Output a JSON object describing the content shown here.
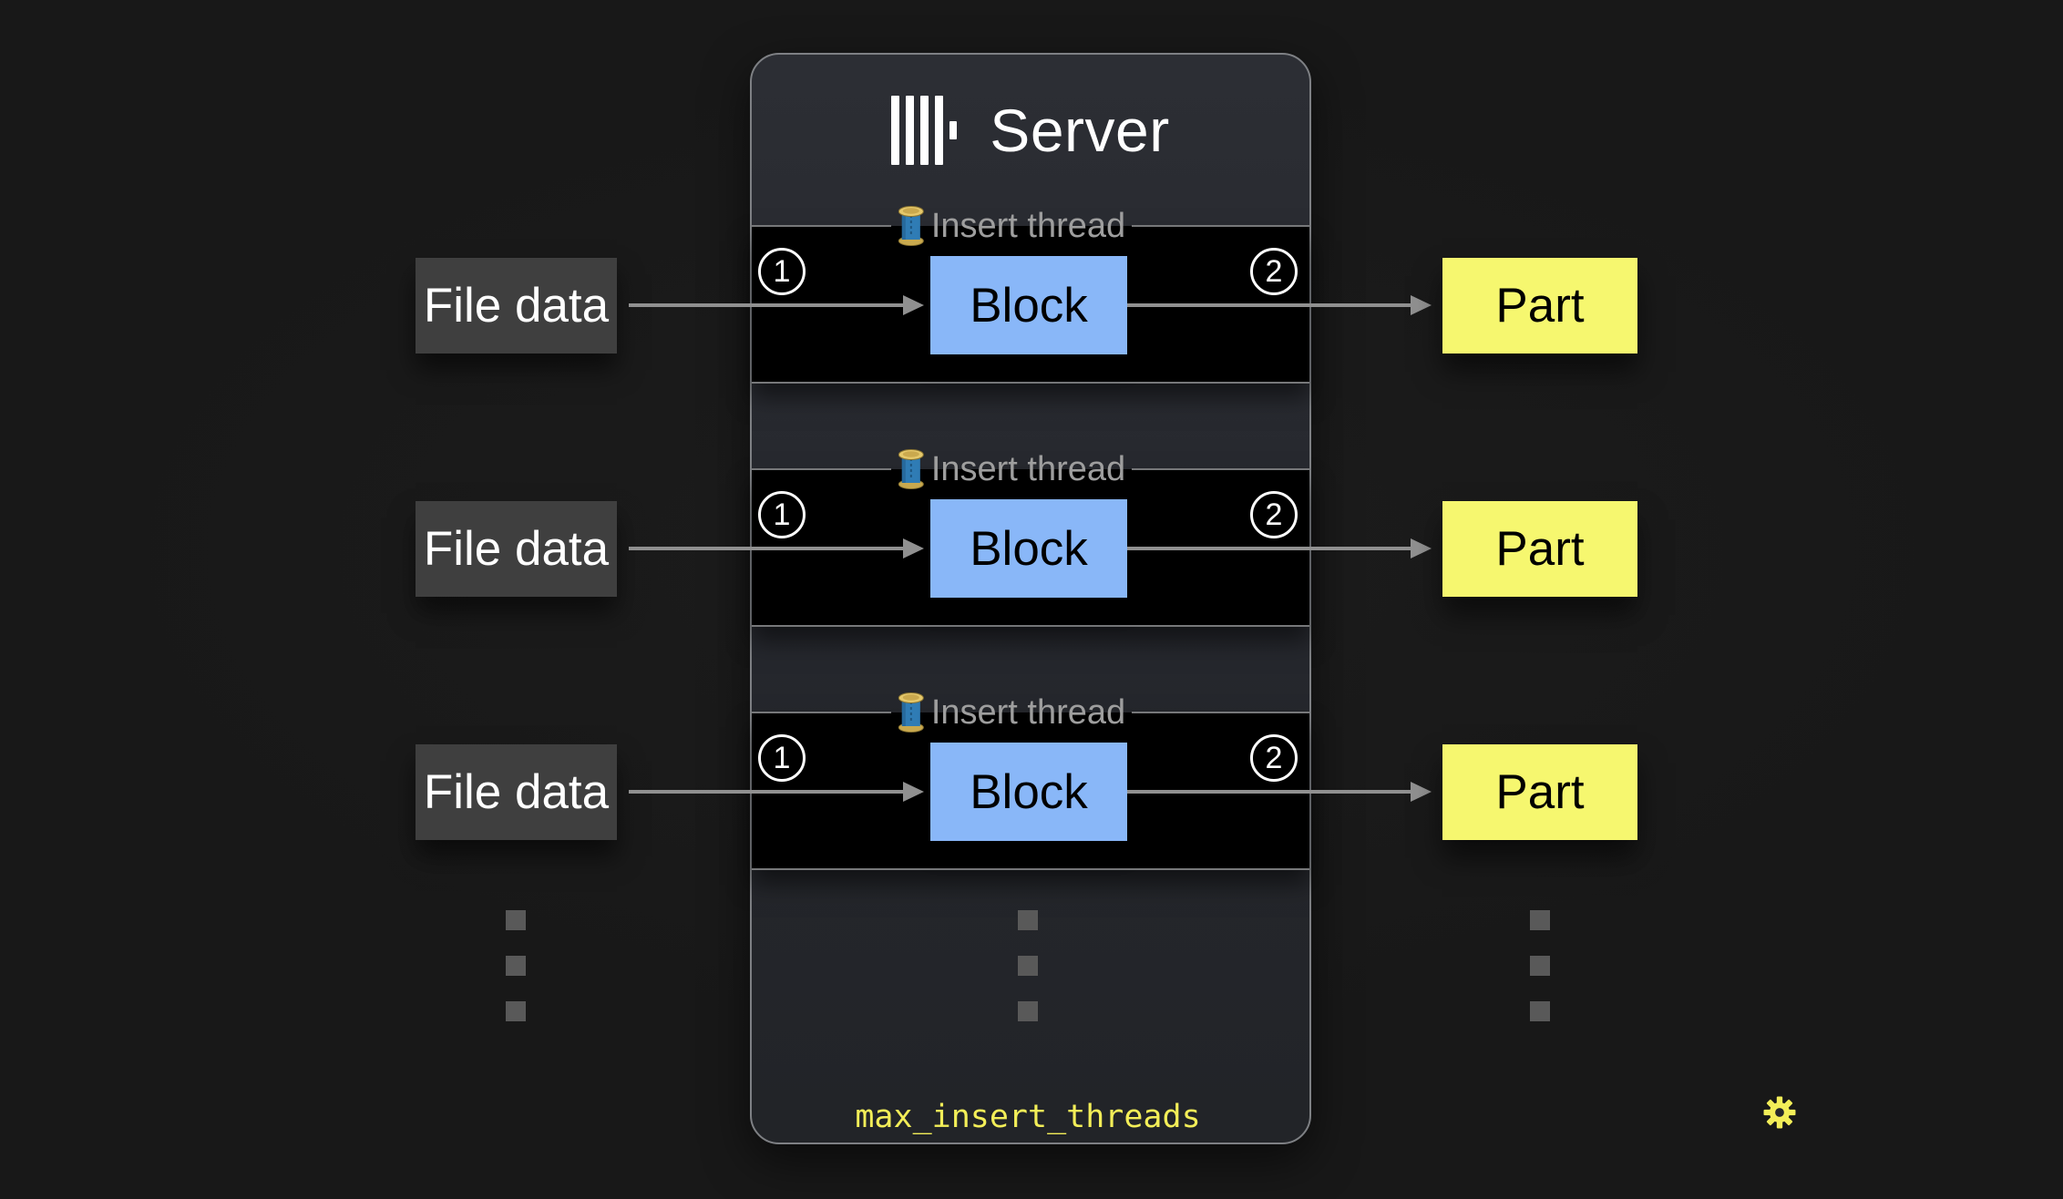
{
  "diagram": {
    "title": "Server",
    "setting": {
      "icon": "gear-icon",
      "label": "max_insert_threads"
    },
    "rows": [
      {
        "input": "File data",
        "thread_legend": "Insert thread",
        "step_in": "1",
        "block": "Block",
        "step_out": "2",
        "output": "Part"
      },
      {
        "input": "File data",
        "thread_legend": "Insert thread",
        "step_in": "1",
        "block": "Block",
        "step_out": "2",
        "output": "Part"
      },
      {
        "input": "File data",
        "thread_legend": "Insert thread",
        "step_in": "1",
        "block": "Block",
        "step_out": "2",
        "output": "Part"
      }
    ],
    "icons": {
      "logo": "clickhouse-logo",
      "thread": "thread-spool-icon",
      "gear": "gear-icon"
    },
    "colors": {
      "background": "#181818",
      "panel_fill_top": "#2c2e34",
      "panel_fill_bottom": "#222428",
      "panel_border": "#7e8084",
      "band_fill": "#000000",
      "band_border": "#77787a",
      "legend_text": "#9e9e9e",
      "block_fill": "#89b7f8",
      "part_fill": "#f6f76f",
      "input_fill": "#3f3f3f",
      "arrow": "#909090",
      "dot": "#595959",
      "accent_yellow": "#f3ee58",
      "text_light": "#ffffff"
    }
  }
}
